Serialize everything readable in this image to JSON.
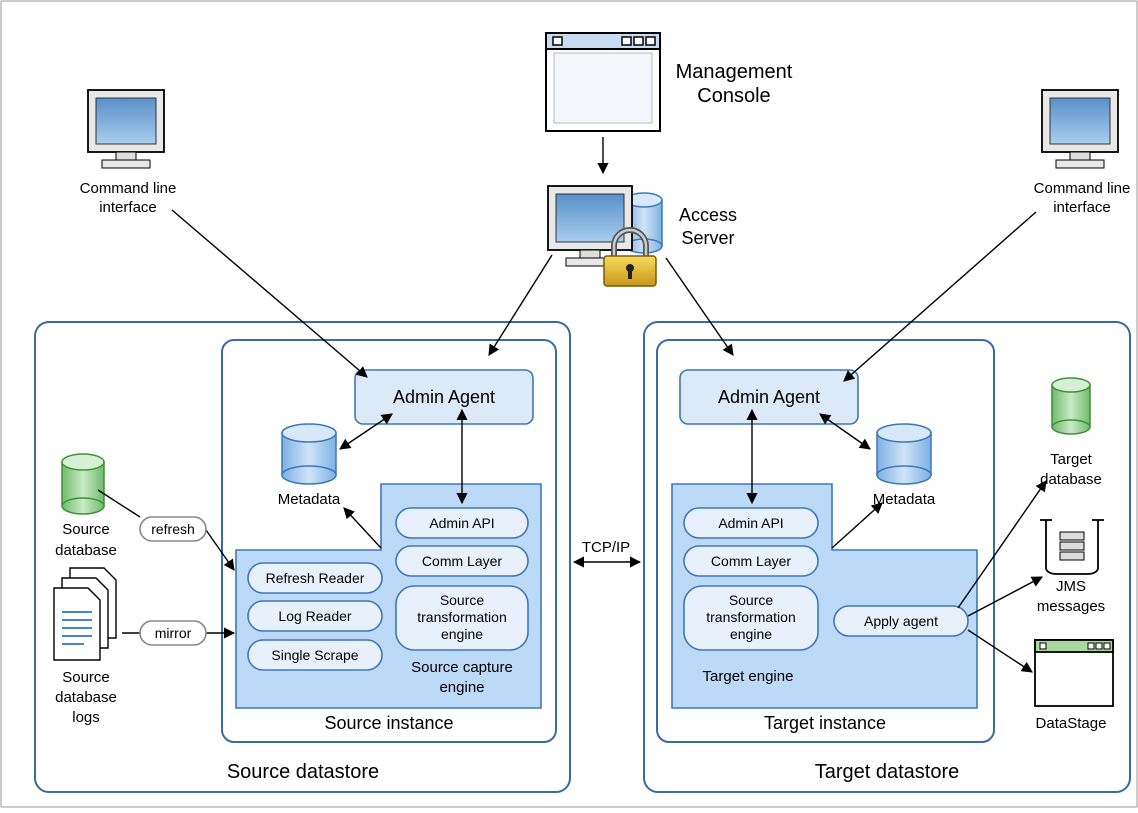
{
  "top": {
    "console_label_line1": "Management",
    "console_label_line2": "Console",
    "access_label_line1": "Access",
    "access_label_line2": "Server",
    "cli_left_line1": "Command line",
    "cli_left_line2": "interface",
    "cli_right_line1": "Command line",
    "cli_right_line2": "interface"
  },
  "source": {
    "datastore_label": "Source datastore",
    "instance_label": "Source instance",
    "admin_agent": "Admin Agent",
    "metadata": "Metadata",
    "admin_api": "Admin API",
    "comm_layer": "Comm Layer",
    "transform_line1": "Source",
    "transform_line2": "transformation",
    "transform_line3": "engine",
    "capture_line1": "Source capture",
    "capture_line2": "engine",
    "refresh_reader": "Refresh Reader",
    "log_reader": "Log Reader",
    "single_scrape": "Single Scrape",
    "db_line1": "Source",
    "db_line2": "database",
    "logs_line1": "Source",
    "logs_line2": "database",
    "logs_line3": "logs",
    "refresh_tag": "refresh",
    "mirror_tag": "mirror"
  },
  "link": {
    "tcpip": "TCP/IP"
  },
  "target": {
    "datastore_label": "Target datastore",
    "instance_label": "Target instance",
    "admin_agent": "Admin Agent",
    "metadata": "Metadata",
    "admin_api": "Admin API",
    "comm_layer": "Comm Layer",
    "transform_line1": "Source",
    "transform_line2": "transformation",
    "transform_line3": "engine",
    "engine_label": "Target engine",
    "apply_agent": "Apply agent",
    "db_line1": "Target",
    "db_line2": "database",
    "jms_line1": "JMS",
    "jms_line2": "messages",
    "datastage": "DataStage"
  },
  "colors": {
    "panel_border": "#3a6a9e",
    "engine_fill": "#bcd9f7",
    "pill_fill": "#e8f1fb",
    "db_blue": "#a9cdf0",
    "db_green": "#9ed49a",
    "lock_gold": "#e6b820"
  }
}
